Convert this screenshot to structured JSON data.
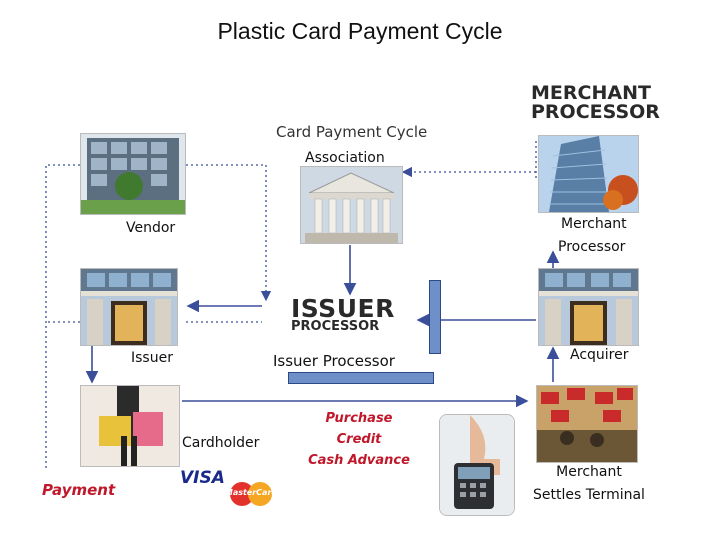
{
  "slide": {
    "title": "Plastic Card Payment Cycle"
  },
  "diagram": {
    "subtitle": "Card Payment Cycle",
    "association": "Association",
    "vendor": "Vendor",
    "issuer": "Issuer",
    "issuer_processor_logo": {
      "line1": "ISSUER",
      "line2": "PROCESSOR"
    },
    "issuer_processor": "Issuer Processor",
    "merchant_processor_logo": {
      "line1": "MERCHANT",
      "line2": "PROCESSOR"
    },
    "merchant_processor": {
      "line1": "Merchant",
      "line2": "Processor"
    },
    "acquirer": "Acquirer",
    "cardholder": "Cardholder",
    "transaction_types": [
      "Purchase",
      "Credit",
      "Cash Advance"
    ],
    "payment": "Payment",
    "merchant_settles": {
      "line1": "Merchant",
      "line2": "Settles Terminal"
    },
    "card_brands": {
      "visa": "VISA",
      "mastercard": "MasterCard"
    }
  },
  "colors": {
    "arrow": "#3a4e9a",
    "red_text": "#c0182a",
    "bar": "#6f8fc8"
  },
  "icons": [
    "office-building-image",
    "courthouse-image",
    "bank-branch-image",
    "skyscraper-image",
    "shopper-image",
    "store-image",
    "card-terminal-image"
  ]
}
